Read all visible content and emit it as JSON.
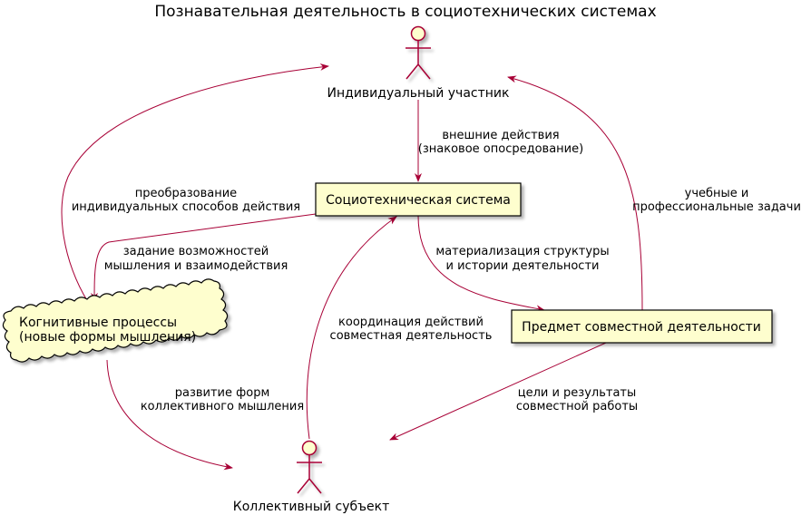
{
  "title": "Познавательная деятельность в социотехнических системах",
  "colors": {
    "border": "#A80036",
    "fill": "#FEFECE"
  },
  "actors": {
    "individual": "Индивидуальный участник",
    "collective": "Коллективный субъект"
  },
  "nodes": {
    "system": "Социотехническая система",
    "subject": "Предмет совместной деятельности",
    "cognitive": [
      "Когнитивные процессы",
      "(новые формы мышления)"
    ]
  },
  "edges": {
    "external_actions": [
      "внешние действия",
      "(знаковое опосредование)"
    ],
    "setting_possibilities": [
      "задание возможностей",
      "мышления и взаимодействия"
    ],
    "transformation": [
      "преобразование",
      "индивидуальных способов действия"
    ],
    "materialization": [
      "материализация структуры",
      "и истории деятельности"
    ],
    "tasks": [
      "учебные и",
      "профессиональные задачи"
    ],
    "coordination": [
      "координация действий",
      "совместная деятельность"
    ],
    "collective_thinking": [
      "развитие форм",
      "коллективного мышления"
    ],
    "goals": [
      "цели и результаты",
      "совместной работы"
    ]
  }
}
